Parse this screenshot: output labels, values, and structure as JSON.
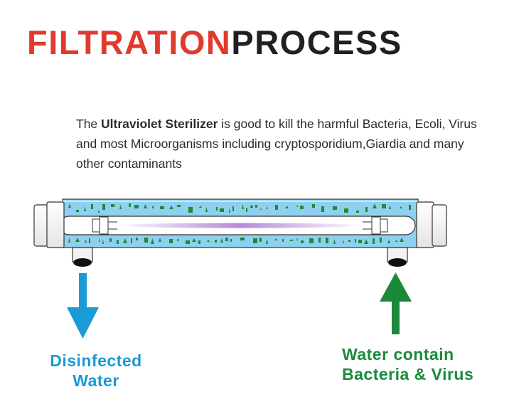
{
  "title": {
    "part1": "FILTRATION",
    "part2": "PROCESS"
  },
  "description": {
    "lead": "The ",
    "product": "Ultraviolet Sterilizer",
    "rest": " is good to kill the harmful Bacteria, Ecoli, Virus and most Microorganisms including cryptosporidium,Giardia and many other contaminants"
  },
  "outlet_label": {
    "line1": "Disinfected",
    "line2": "Water"
  },
  "inlet_label": {
    "line1": "Water contain",
    "line2": "Bacteria & Virus"
  },
  "colors": {
    "title_red": "#e03a2c",
    "title_dark": "#231f20",
    "water": "#8fd0ee",
    "bacteria": "#1e8a3a",
    "uv_glow": "#b58ad6",
    "outlet_arrow": "#1a9ad6",
    "inlet_arrow": "#1a8a3a"
  },
  "icons": {
    "outlet_arrow": "arrow-down-icon",
    "inlet_arrow": "arrow-up-icon"
  }
}
